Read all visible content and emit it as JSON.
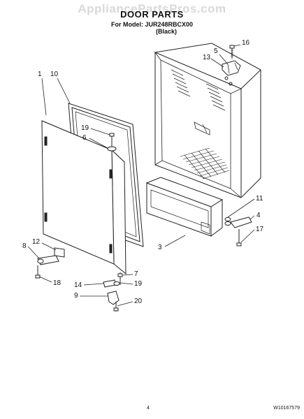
{
  "header": {
    "watermark": "AppliancePartsPros.com",
    "title": "DOOR PARTS",
    "model_line": "For Model: JUR248RBCX00",
    "variant": "(Black)"
  },
  "callouts": {
    "c1": "1",
    "c10": "10",
    "c5": "5",
    "c16": "16",
    "c13": "13",
    "c19a": "19",
    "c6": "6",
    "c11": "11",
    "c4": "4",
    "c17": "17",
    "c3": "3",
    "c8": "8",
    "c12": "12",
    "c18": "18",
    "c7": "7",
    "c14": "14",
    "c19b": "19",
    "c9": "9",
    "c20": "20"
  },
  "footer": {
    "page_number": "4",
    "doc_number": "W10167579"
  }
}
